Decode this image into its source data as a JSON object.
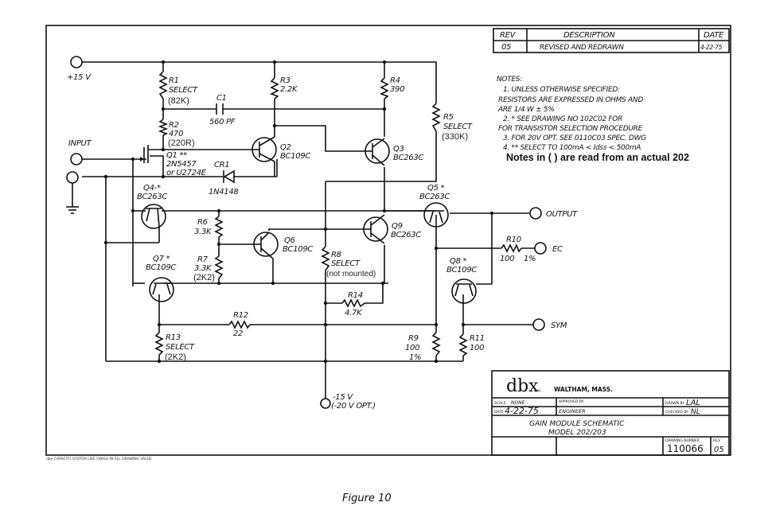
{
  "revision_block": {
    "headers": {
      "rev": "REV",
      "description": "DESCRIPTION",
      "date": "DATE"
    },
    "rows": [
      {
        "rev": "05",
        "description": "REVISED AND REDRAWN",
        "date": "4-22-75"
      }
    ]
  },
  "notes": {
    "title": "NOTES:",
    "lines": [
      "1. UNLESS OTHERWISE SPECIFIED:",
      "RESISTORS ARE EXPRESSED IN OHMS AND",
      "ARE 1/4 W ± 5%",
      "2. * SEE DRAWING NO 102C02 FOR",
      "FOR TRANSISTOR SELECTION PROCEDURE",
      "3. FOR 20V OPT. SEE 0110C03 SPEC. DWG",
      "4. ** SELECT TO 100mA < Idss < 500mA"
    ],
    "addendum": "Notes in ( ) are read from an actual 202"
  },
  "terminals": {
    "pos_supply": "+15 V",
    "input": "INPUT",
    "output": "OUTPUT",
    "ec": "EC",
    "sym": "SYM",
    "neg_supply": "-15 V",
    "neg_supply_opt": "(-20 V OPT.)"
  },
  "components": {
    "R1": {
      "ref": "R1",
      "value": "SELECT",
      "actual": "(82K)"
    },
    "R2": {
      "ref": "R2",
      "value": "470",
      "actual": "(220R)"
    },
    "R3": {
      "ref": "R3",
      "value": "2.2K"
    },
    "R4": {
      "ref": "R4",
      "value": "390"
    },
    "R5": {
      "ref": "R5",
      "value": "SELECT",
      "actual": "(330K)"
    },
    "R6": {
      "ref": "R6",
      "value": "3.3K"
    },
    "R7": {
      "ref": "R7",
      "value": "3.3K",
      "actual": "(2K2)"
    },
    "R8": {
      "ref": "R8",
      "value": "SELECT",
      "actual": "(not mounted)"
    },
    "R9": {
      "ref": "R9",
      "value": "100",
      "tolerance": "1%"
    },
    "R10": {
      "ref": "R10",
      "value": "100",
      "tolerance": "1%"
    },
    "R11": {
      "ref": "R11",
      "value": "100"
    },
    "R12": {
      "ref": "R12",
      "value": "22"
    },
    "R13": {
      "ref": "R13",
      "value": "SELECT",
      "actual": "(2K2)"
    },
    "R14": {
      "ref": "R14",
      "value": "4.7K"
    },
    "C1": {
      "ref": "C1",
      "value": "560 PF"
    },
    "CR1": {
      "ref": "CR1",
      "value": "1N4148"
    },
    "Q1": {
      "ref": "Q1 **",
      "type": "2N5457",
      "alt": "or U2724E"
    },
    "Q2": {
      "ref": "Q2",
      "type": "BC109C"
    },
    "Q3": {
      "ref": "Q3",
      "type": "BC263C"
    },
    "Q4": {
      "ref": "Q4-*",
      "type": "BC263C"
    },
    "Q5": {
      "ref": "Q5 *",
      "type": "BC263C"
    },
    "Q6": {
      "ref": "Q6",
      "type": "BC109C"
    },
    "Q7": {
      "ref": "Q7 *",
      "type": "BC109C"
    },
    "Q8": {
      "ref": "Q8 *",
      "type": "BC109C"
    },
    "Q9": {
      "ref": "Q9",
      "type": "BC263C"
    }
  },
  "title_block": {
    "company": "dbx",
    "company_suffix": "inc.",
    "location": "WALTHAM, MASS.",
    "scale_label": "SCALE:",
    "scale_value": "NONE",
    "date_label": "DATE",
    "date_value": "4-22-75",
    "approved_label": "APPROVED BY",
    "approved_value": "ENGINEER",
    "drawn_label": "DRAWN BY",
    "drawn_value": "LAL",
    "checked_label": "CHECKED BY",
    "checked_value": "NL",
    "title_line1": "GAIN MODULE SCHEMATIC",
    "title_line2": "MODEL 202/203",
    "drawing_number_label": "DRAWING NUMBER",
    "drawing_number": "110066",
    "rev_label": "REV",
    "rev_value": "05"
  },
  "footer_tiny": "dbx CAPACITY SYSTEM LIKE   FINISH IN ALL DRAWING VALUE",
  "caption": "Figure 10"
}
